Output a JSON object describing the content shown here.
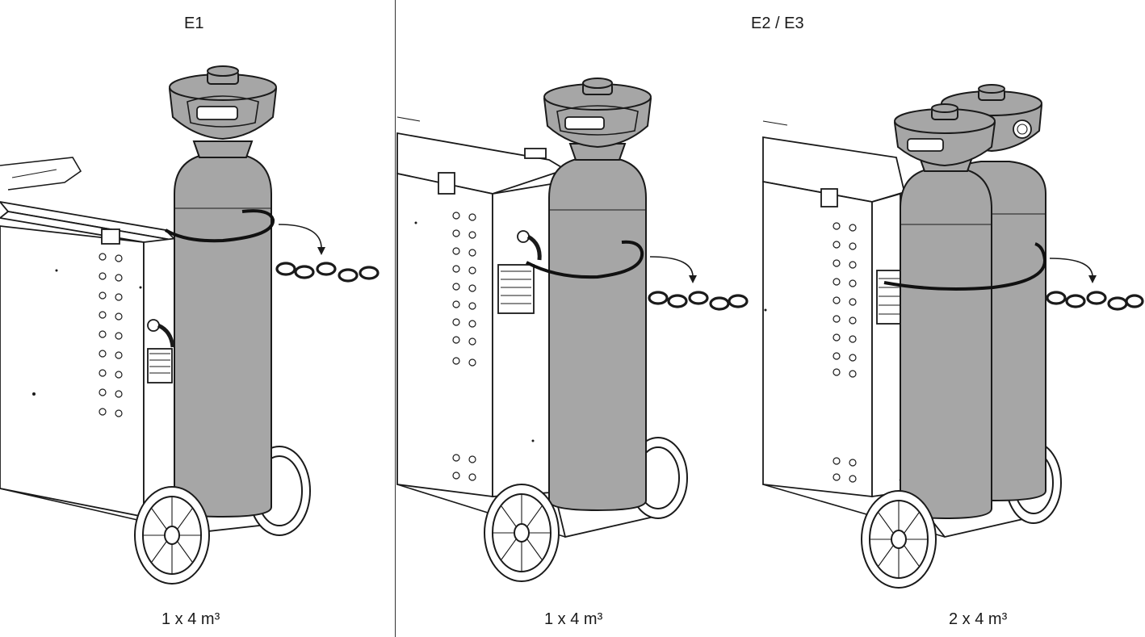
{
  "panels": [
    {
      "id": "e1",
      "title": "E1",
      "capacity": "1 x 4 m³"
    },
    {
      "id": "e2-e3",
      "title": "E2 / E3",
      "capacity_single": "1 x 4 m³",
      "capacity_double": "2 x 4 m³"
    }
  ]
}
